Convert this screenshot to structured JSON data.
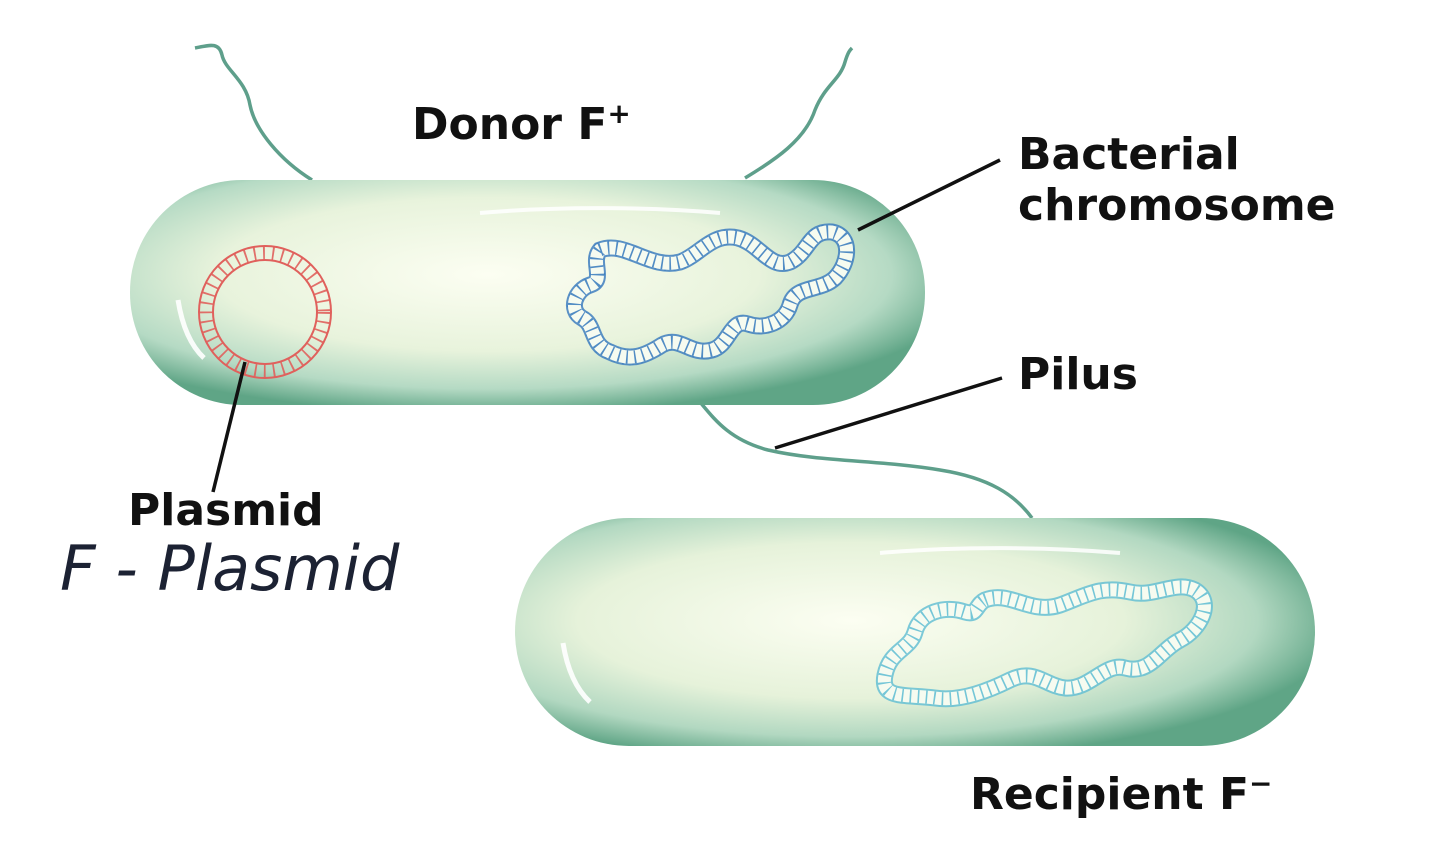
{
  "labels": {
    "donor": "Donor F",
    "donor_sign": "+",
    "bacterial_chromosome": "Bacterial chromosome",
    "bacterial_line1": "Bacterial",
    "bacterial_line2": "chromosome",
    "pilus": "Pilus",
    "plasmid": "Plasmid",
    "f_plasmid": "F - Plasmid",
    "recipient": "Recipient F",
    "recipient_sign": "−"
  },
  "colors": {
    "cell_edge": "#5fa586",
    "cell_mid": "#b9dcc4",
    "cell_center": "#fbfdf0",
    "flagellum": "#5e9f8b",
    "plasmid": "#e0605c",
    "donor_chromosome": "#3f7fbf",
    "recipient_chromosome": "#66c0d4",
    "leader": "#111111"
  }
}
